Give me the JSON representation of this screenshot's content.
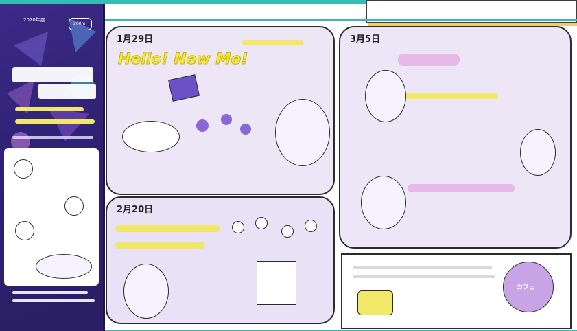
{
  "sidebar": {
    "year": "2020年度",
    "zoom": "200m!",
    "colors": {
      "bg": "#2c2070",
      "accent": "#f1e86a"
    }
  },
  "panels": {
    "lecture": {
      "title_tag": "1月29日"
    },
    "hello": {
      "text": "Hello! New Me!"
    },
    "workshop": {
      "title_tag": "2月20日"
    },
    "session": {
      "title_tag": "3月5日"
    }
  },
  "note": {
    "cafe_label": "カフェ"
  },
  "colors": {
    "teal": "#3cb6b1",
    "panel": "#ece6f7",
    "yellow": "#f1e86a",
    "ink": "#2b2b2b"
  }
}
